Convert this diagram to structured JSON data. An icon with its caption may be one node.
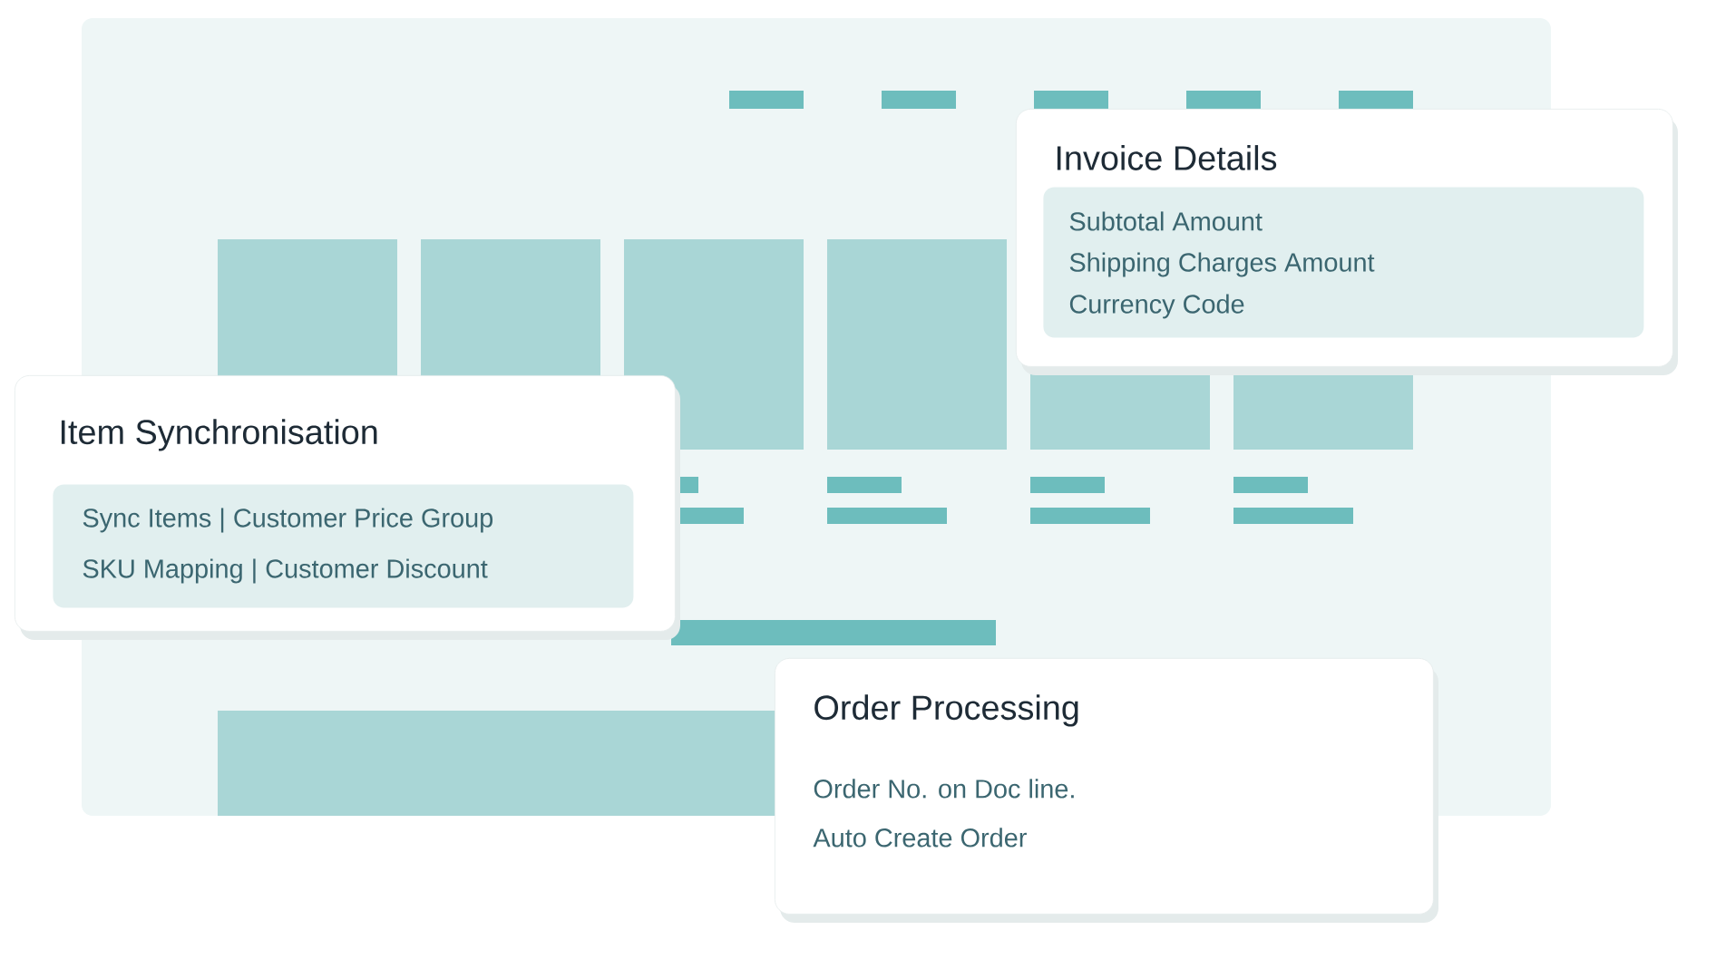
{
  "diagram": {
    "nodes": [
      {
        "text": [
          "Invoice Details"
        ]
      },
      {
        "text": [
          "Subtotal Amount",
          "Shipping Charges Amount",
          "Currency Code"
        ],
        "in": 0
      },
      {
        "text": [
          "Item Synchronisation"
        ]
      },
      {
        "text": [
          "Sync Items | Customer Price Group",
          "SKU Mapping  | Customer Discount"
        ],
        "in": 2
      },
      {
        "text": [
          "Order Processing",
          "Order No. on Doc line.",
          "Auto Create Order"
        ]
      }
    ]
  }
}
